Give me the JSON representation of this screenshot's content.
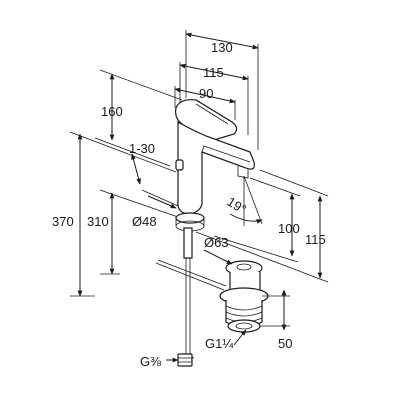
{
  "dimensions": {
    "width_130": "130",
    "width_115": "115",
    "width_90": "90",
    "height_160": "160",
    "range_1_30": "1-30",
    "diameter_48": "Ø48",
    "height_370": "370",
    "height_310": "310",
    "angle_19": "19°",
    "height_100": "100",
    "height_115": "115",
    "diameter_63": "Ø63",
    "thread_g1_quarter": "G1¼",
    "depth_50": "50",
    "thread_g3_8": "G⅜"
  }
}
